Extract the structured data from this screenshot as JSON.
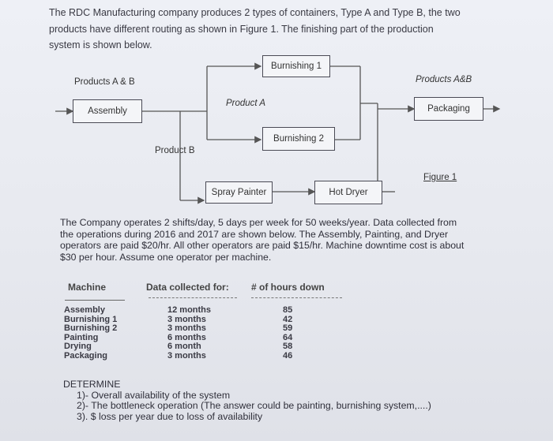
{
  "intro": [
    "The RDC Manufacturing company produces 2 types of containers, Type A and Type B, the two",
    "products have different routing as shown in Figure 1. The finishing part of the production",
    "system is shown below."
  ],
  "diagram": {
    "products_ab_left": "Products A & B",
    "products_ab_right": "Products A&B",
    "assembly": "Assembly",
    "product_a": "Product A",
    "product_b": "Product B",
    "burnishing1": "Burnishing 1",
    "burnishing2": "Burnishing 2",
    "spray_painter": "Spray Painter",
    "hot_dryer": "Hot Dryer",
    "packaging": "Packaging",
    "figure": "Figure 1"
  },
  "paragraph": [
    "The Company operates 2 shifts/day, 5 days per week for 50 weeks/year. Data collected from",
    "the operations during 2016 and 2017 are shown below. The Assembly, Painting, and Dryer",
    "operators are paid $20/hr. All other operators are paid $15/hr. Machine downtime cost is about",
    "$30 per hour. Assume one operator per machine."
  ],
  "table": {
    "headers": [
      "Machine",
      "Data collected for:",
      "# of hours down"
    ],
    "machines": [
      "Assembly",
      "Burnishing 1",
      "Burnishing 2",
      "Painting",
      "Drying",
      "Packaging"
    ],
    "periods": [
      "12 months",
      "3 months",
      "3 months",
      "6 months",
      "6 month",
      "3 months"
    ],
    "hours": [
      "85",
      "42",
      "59",
      "64",
      "58",
      "46"
    ]
  },
  "determine": {
    "title": "DETERMINE",
    "items": [
      "1)- Overall availability of the system",
      "2)- The bottleneck operation (The answer could be painting, burnishing system,....)",
      "3). $ loss per year due to loss of availability"
    ]
  }
}
